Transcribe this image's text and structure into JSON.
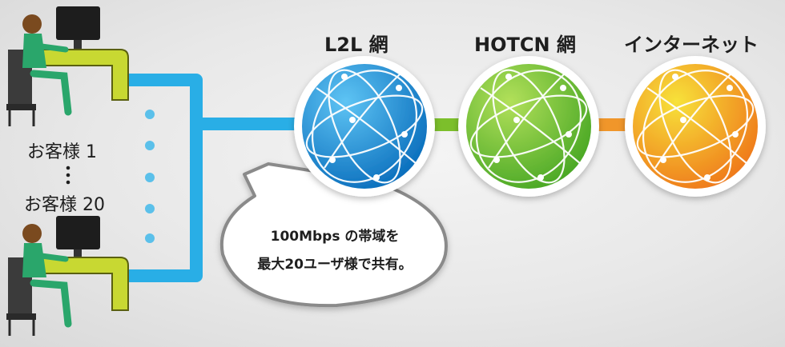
{
  "networks": [
    {
      "label": "L2L 網",
      "color_light": "#5ec4f4",
      "color_dark": "#0b6fbd"
    },
    {
      "label": "HOTCN 網",
      "color_light": "#b2e05a",
      "color_dark": "#4aa825"
    },
    {
      "label": "インターネット",
      "color_light": "#f7e23a",
      "color_dark": "#ef7a1b"
    }
  ],
  "customers": {
    "first": "お客様 1",
    "last": "お客様 20"
  },
  "bubble": {
    "line1": "100Mbps の帯域を",
    "line2": "最大20ユーザ様で共有。"
  },
  "colors": {
    "line_blue": "#29aee6",
    "line_green": "#7cbf2b",
    "line_orange": "#f0962a",
    "dot_blue": "#5bc0ea",
    "desk": "#c8d832",
    "person_shirt": "#2aa66b"
  }
}
